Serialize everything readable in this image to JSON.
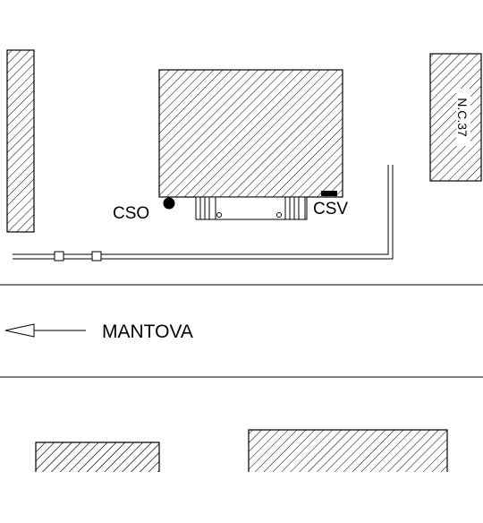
{
  "labels": {
    "cso": "CSO",
    "csv": "CSV",
    "street": "MANTOVA",
    "building_number": "N.C.37"
  },
  "colors": {
    "ink": "#000000",
    "background": "#ffffff"
  }
}
